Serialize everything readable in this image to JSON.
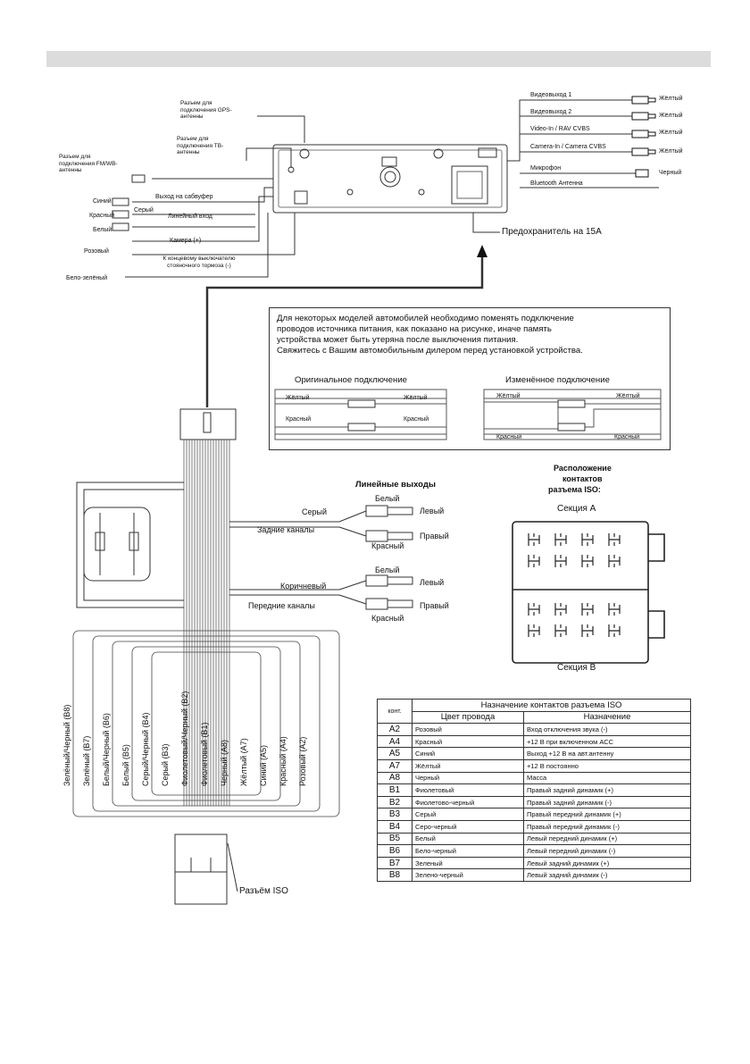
{
  "header": {
    "bar_color": "#dcdcdc"
  },
  "head_unit": {
    "left_labels": [
      {
        "text": "Разъем для подключения GPS-антенны"
      },
      {
        "text": "Разъем для подключения TB-антенны"
      },
      {
        "text": "Разъем для подключения FM/WB-антенны"
      },
      {
        "text": "Выход на сабвуфер"
      },
      {
        "text": "Серый"
      },
      {
        "text": "Линейный вход"
      },
      {
        "text": "Камера (+)"
      },
      {
        "text": "К концевому выключателю стояночного тормоза (-)"
      }
    ],
    "wire_colors": {
      "blue": "Синий",
      "red": "Красный",
      "white": "Белый",
      "pink": "Розовый",
      "white_green": "Бело-зелёный",
      "yellow": "Жёлтый"
    },
    "right_labels": [
      {
        "text": "Видеовыход 1",
        "plug": "Жёлтый"
      },
      {
        "text": "Видеовыход 2",
        "plug": "Жёлтый"
      },
      {
        "text": "Video-In / RAV CVBS",
        "plug": "Жёлтый"
      },
      {
        "text": "Camera-In / Camera CVBS",
        "plug": "Жёлтый"
      },
      {
        "text": "Микрофон",
        "plug": "Черный"
      },
      {
        "text": "Bluetooth Антенна",
        "plug": ""
      }
    ],
    "fuse": "Предохранитель на 15А"
  },
  "note": {
    "lines": [
      "Для некоторых моделей автомобилей необходимо поменять подключение",
      "проводов источника питания, как показано на рисунке, иначе память",
      "устройства может быть утеряна после выключения питания.",
      "Свяжитесь с Вашим автомобильным дилером перед установкой устройства."
    ],
    "original": {
      "title": "Оригинальное подключение",
      "yellow": "Жёлтый",
      "red": "Красный"
    },
    "modified": {
      "title": "Изменённое подключение",
      "yellow": "Жёлтый",
      "red": "Красный"
    }
  },
  "line_outputs": {
    "title": "Линейные выходы",
    "rear": {
      "wire": "Серый",
      "label": "Задние каналы"
    },
    "front": {
      "wire": "Коричневый",
      "label": "Передние каналы"
    },
    "white": "Белый",
    "red": "Красный",
    "left": "Левый",
    "right": "Правый"
  },
  "iso_layout": {
    "title_lines": [
      "Расположение",
      "контактов",
      "разъема ISO:"
    ],
    "section_a": "Секция А",
    "section_b": "Секция В"
  },
  "harness_wires": [
    "Зелёный/Черный (В8)",
    "Зелёный (В7)",
    "Белый/Черный (В6)",
    "Белый (В5)",
    "Серый/Черный (В4)",
    "Серый (В3)",
    "Фиолетовый/Черный (В2)",
    "Фиолетовый (В1)",
    "Черный (А8)",
    "Жёлтый (А7)",
    "Синий (А5)",
    "Красный (А4)",
    "Розовый (А2)"
  ],
  "iso_connector_label": "Разъём ISO",
  "iso_table": {
    "title": "Назначение контактов разъема ISO",
    "col_contact": "конт.",
    "col_color": "Цвет провода",
    "col_purpose": "Назначение",
    "rows": [
      {
        "pin": "А2",
        "color": "Розовый",
        "purpose": "Вход отключения звука (-)"
      },
      {
        "pin": "А4",
        "color": "Красный",
        "purpose": "+12 В при включенном АСС"
      },
      {
        "pin": "А5",
        "color": "Синий",
        "purpose": "Выход +12 В на авт.антенну"
      },
      {
        "pin": "А7",
        "color": "Жёлтый",
        "purpose": "+12 В постоянно"
      },
      {
        "pin": "А8",
        "color": "Черный",
        "purpose": "Масса"
      },
      {
        "pin": "В1",
        "color": "Фиолетовый",
        "purpose": "Правый задний динамик (+)"
      },
      {
        "pin": "В2",
        "color": "Фиолетово-черный",
        "purpose": "Правый задний динамик (-)"
      },
      {
        "pin": "В3",
        "color": "Серый",
        "purpose": "Правый передний динамик (+)"
      },
      {
        "pin": "В4",
        "color": "Серо-черный",
        "purpose": "Правый передний динамик (-)"
      },
      {
        "pin": "В5",
        "color": "Белый",
        "purpose": "Левый передний динамик (+)"
      },
      {
        "pin": "В6",
        "color": "Бело-черный",
        "purpose": "Левый передний динамик (-)"
      },
      {
        "pin": "В7",
        "color": "Зеленый",
        "purpose": "Левый задний динамик (+)"
      },
      {
        "pin": "В8",
        "color": "Зелено-черный",
        "purpose": "Левый задний динамик (-)"
      }
    ]
  }
}
